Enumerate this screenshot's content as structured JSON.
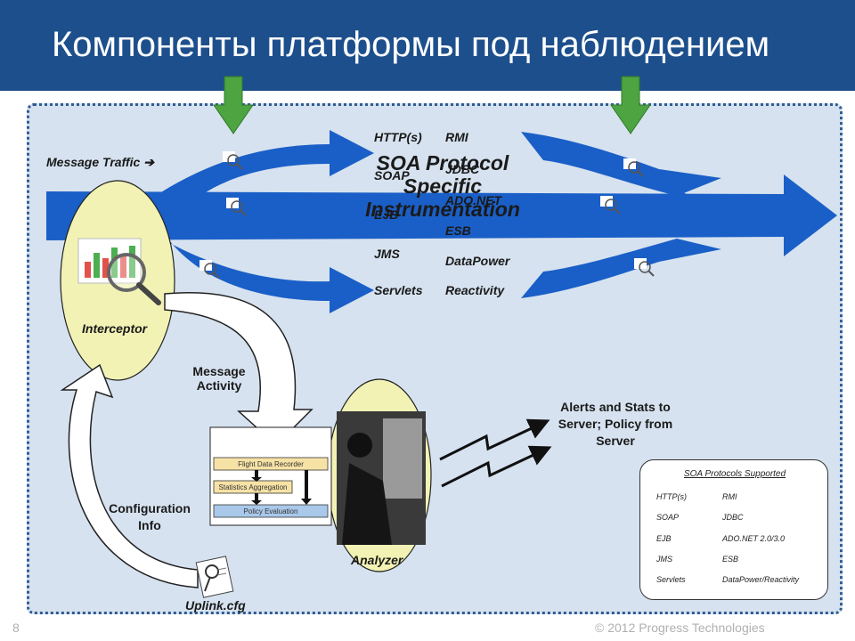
{
  "slide": {
    "title": "Компоненты платформы под наблюдением",
    "page_number": "8",
    "copyright": "© 2012 Progress Technologies"
  },
  "diagram": {
    "message_traffic": "Message Traffic",
    "protocols_left": [
      "HTTP(s)",
      "SOAP",
      "EJB",
      "JMS",
      "Servlets"
    ],
    "protocols_right": [
      "RMI",
      "JDBC",
      "ADO.NET",
      "ESB",
      "DataPower",
      "Reactivity"
    ],
    "overlay_title": "SOA Protocol Specific Instrumentation",
    "interceptor": "Interceptor",
    "message_activity": "Message Activity",
    "analyzer": "Analyzer",
    "alerts": "Alerts and Stats to Server; Policy from Server",
    "configuration": "Configuration Info",
    "uplink": "Uplink.cfg",
    "boxes": [
      "Flight Data Recorder",
      "Statistics Aggregation",
      "Policy Evaluation"
    ]
  },
  "legend": {
    "title": "SOA Protocols Supported",
    "rows": [
      [
        "HTTP(s)",
        "RMI"
      ],
      [
        "SOAP",
        "JDBC"
      ],
      [
        "EJB",
        "ADO.NET 2.0/3.0"
      ],
      [
        "JMS",
        "ESB"
      ],
      [
        "Servlets",
        "DataPower/Reactivity"
      ]
    ]
  },
  "colors": {
    "header": "#1d4f8c",
    "flow": "#1a5fc7",
    "panel": "#d6e2ef",
    "ellipse": "#f1f2b4",
    "arrow_green": "#4da441"
  }
}
